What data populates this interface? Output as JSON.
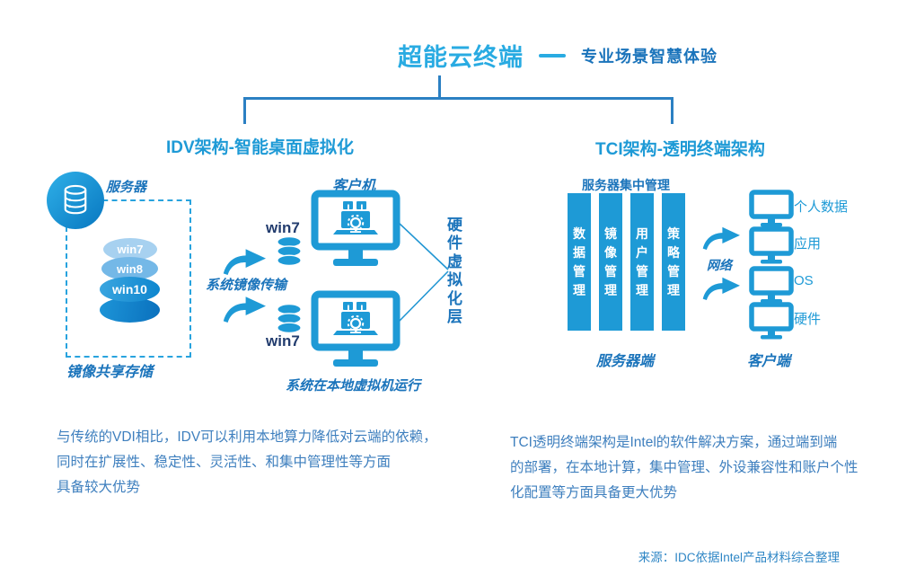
{
  "title": {
    "main": "超能云终端",
    "subtitle": "专业场景智慧体验"
  },
  "branches": {
    "left_heading": "IDV架构-智能桌面虚拟化",
    "right_heading": "TCI架构-透明终端架构"
  },
  "idv": {
    "server_label": "服务器",
    "image_store_label": "镜像共享存储",
    "os_images": [
      "win7",
      "win8",
      "win10"
    ],
    "transfer_label": "系统镜像传输",
    "client_label": "客户机",
    "disk_top": "win7",
    "disk_bottom": "win7",
    "local_vm_label": "系统在本地虚拟机运行",
    "hardware_layer_label": "硬件虚拟化层",
    "description": [
      "与传统的VDI相比，IDV可以利用本地算力降低对云端的依赖，",
      "同时在扩展性、稳定性、灵活性、和集中管理性等方面",
      "具备较大优势"
    ]
  },
  "tci": {
    "central_mgmt_label": "服务器集中管理",
    "modules": [
      "数据管理",
      "镜像管理",
      "用户管理",
      "策略管理"
    ],
    "server_side_label": "服务器端",
    "network_label": "网络",
    "client_layers": [
      "个人数据",
      "应用",
      "OS",
      "硬件"
    ],
    "client_side_label": "客户端",
    "description": [
      "TCI透明终端架构是Intel的软件解决方案，通过端到端",
      "的部署，在本地计算，集中管理、外设兼容性和账户个性",
      "化配置等方面具备更大优势"
    ]
  },
  "source_note": "来源：IDC依据Intel产品材料综合整理",
  "colors": {
    "accent_light": "#29ABE2",
    "accent": "#1E9AD6",
    "dark_blue": "#1B74BB",
    "paragraph_blue": "#3E7FBE",
    "bracket_blue": "#2B80C3"
  }
}
